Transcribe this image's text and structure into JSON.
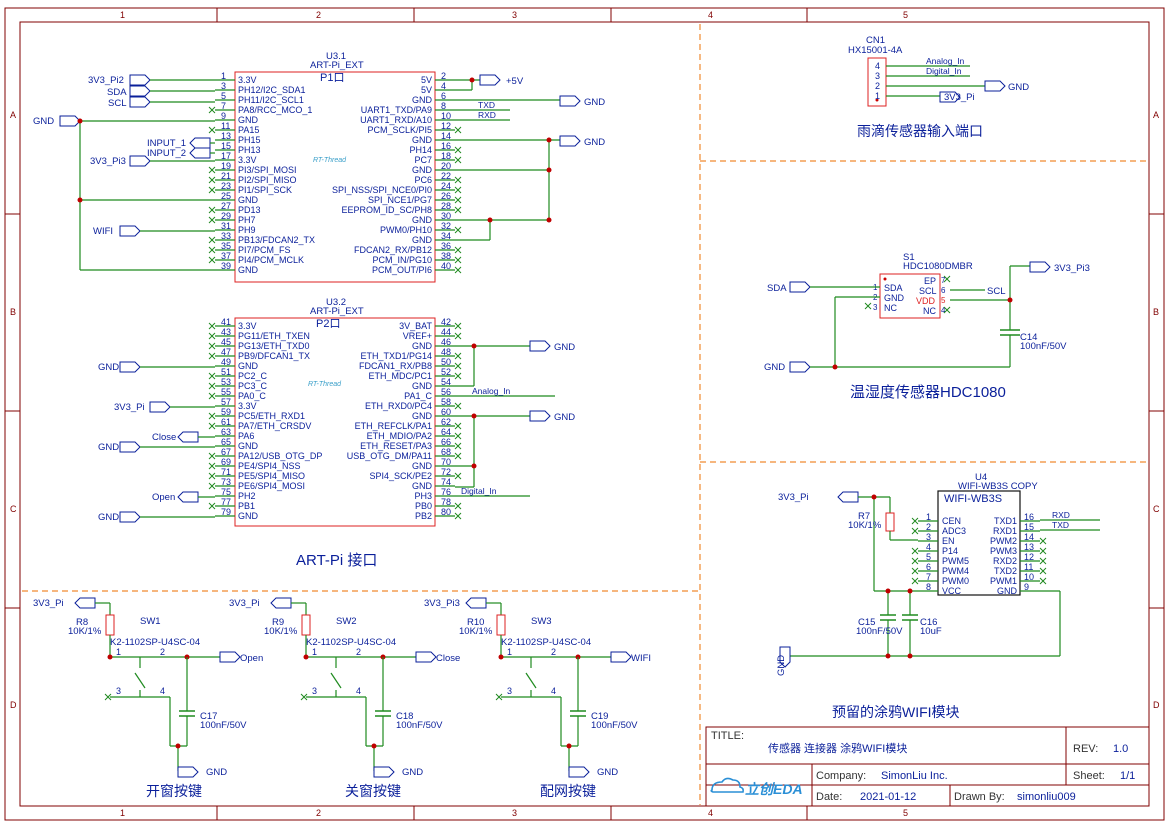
{
  "frame": {
    "col_labels": [
      "1",
      "2",
      "3",
      "4",
      "5"
    ],
    "row_labels": [
      "A",
      "B",
      "C",
      "D"
    ]
  },
  "p1": {
    "designator": "U3.1",
    "part": "ART-Pi_EXT",
    "title": "P1口",
    "left_pins": [
      {
        "n": "1",
        "name": "3.3V"
      },
      {
        "n": "3",
        "name": "PH12/I2C_SDA1"
      },
      {
        "n": "5",
        "name": "PH11/I2C_SCL1"
      },
      {
        "n": "7",
        "name": "PA8/RCC_MCO_1"
      },
      {
        "n": "9",
        "name": "GND"
      },
      {
        "n": "11",
        "name": "PA15"
      },
      {
        "n": "13",
        "name": "PH15"
      },
      {
        "n": "15",
        "name": "PH13"
      },
      {
        "n": "17",
        "name": "3.3V"
      },
      {
        "n": "19",
        "name": "PI3/SPI_MOSI"
      },
      {
        "n": "21",
        "name": "PI2/SPI_MISO"
      },
      {
        "n": "23",
        "name": "PI1/SPI_SCK"
      },
      {
        "n": "25",
        "name": "GND"
      },
      {
        "n": "27",
        "name": "PD13"
      },
      {
        "n": "29",
        "name": "PH7"
      },
      {
        "n": "31",
        "name": "PH9"
      },
      {
        "n": "33",
        "name": "PB13/FDCAN2_TX"
      },
      {
        "n": "35",
        "name": "PI7/PCM_FS"
      },
      {
        "n": "37",
        "name": "PI4/PCM_MCLK"
      },
      {
        "n": "39",
        "name": "GND"
      }
    ],
    "right_pins": [
      {
        "n": "2",
        "name": "5V"
      },
      {
        "n": "4",
        "name": "5V"
      },
      {
        "n": "6",
        "name": "GND"
      },
      {
        "n": "8",
        "name": "UART1_TXD/PA9"
      },
      {
        "n": "10",
        "name": "UART1_RXD/A10"
      },
      {
        "n": "12",
        "name": "PCM_SCLK/PI5"
      },
      {
        "n": "14",
        "name": "GND"
      },
      {
        "n": "16",
        "name": "PH14"
      },
      {
        "n": "18",
        "name": "PC7"
      },
      {
        "n": "20",
        "name": "GND"
      },
      {
        "n": "22",
        "name": "PC6"
      },
      {
        "n": "24",
        "name": "SPI_NSS/SPI_NCE0/PI0"
      },
      {
        "n": "26",
        "name": "SPI_NCE1/PG7"
      },
      {
        "n": "28",
        "name": "EEPROM_ID_SC/PH8"
      },
      {
        "n": "30",
        "name": "GND"
      },
      {
        "n": "32",
        "name": "PWM0/PH10"
      },
      {
        "n": "34",
        "name": "GND"
      },
      {
        "n": "36",
        "name": "FDCAN2_RX/PB12"
      },
      {
        "n": "38",
        "name": "PCM_IN/PG10"
      },
      {
        "n": "40",
        "name": "PCM_OUT/PI6"
      }
    ],
    "nets": {
      "v33_pi2": "3V3_Pi2",
      "sda": "SDA",
      "scl": "SCL",
      "gnd_left": "GND",
      "input1": "INPUT_1",
      "input2": "INPUT_2",
      "v33_pi3": "3V3_Pi3",
      "wifi": "WIFI",
      "p5v": "+5V",
      "gnd_r1": "GND",
      "gnd_r2": "GND",
      "txd": "TXD",
      "rxd": "RXD"
    }
  },
  "p2": {
    "designator": "U3.2",
    "part": "ART-Pi_EXT",
    "title": "P2口",
    "left_pins": [
      {
        "n": "41",
        "name": "3.3V"
      },
      {
        "n": "43",
        "name": "PG11/ETH_TXEN"
      },
      {
        "n": "45",
        "name": "PG13/ETH_TXD0"
      },
      {
        "n": "47",
        "name": "PB9/DFCAN1_TX"
      },
      {
        "n": "49",
        "name": "GND"
      },
      {
        "n": "51",
        "name": "PC2_C"
      },
      {
        "n": "53",
        "name": "PC3_C"
      },
      {
        "n": "55",
        "name": "PA0_C"
      },
      {
        "n": "57",
        "name": "3.3V"
      },
      {
        "n": "59",
        "name": "PC5/ETH_RXD1"
      },
      {
        "n": "61",
        "name": "PA7/ETH_CRSDV"
      },
      {
        "n": "63",
        "name": "PA6"
      },
      {
        "n": "65",
        "name": "GND"
      },
      {
        "n": "67",
        "name": "PA12/USB_OTG_DP"
      },
      {
        "n": "69",
        "name": "PE4/SPI4_NSS"
      },
      {
        "n": "71",
        "name": "PE5/SPI4_MISO"
      },
      {
        "n": "73",
        "name": "PE6/SPI4_MOSI"
      },
      {
        "n": "75",
        "name": "PH2"
      },
      {
        "n": "77",
        "name": "PB1"
      },
      {
        "n": "79",
        "name": "GND"
      }
    ],
    "right_pins": [
      {
        "n": "42",
        "name": "3V_BAT"
      },
      {
        "n": "44",
        "name": "VREF+"
      },
      {
        "n": "46",
        "name": "GND"
      },
      {
        "n": "48",
        "name": "ETH_TXD1/PG14"
      },
      {
        "n": "50",
        "name": "FDCAN1_RX/PB8"
      },
      {
        "n": "52",
        "name": "ETH_MDC/PC1"
      },
      {
        "n": "54",
        "name": "GND"
      },
      {
        "n": "56",
        "name": "PA1_C"
      },
      {
        "n": "58",
        "name": "ETH_RXD0/PC4"
      },
      {
        "n": "60",
        "name": "GND"
      },
      {
        "n": "62",
        "name": "ETH_REFCLK/PA1"
      },
      {
        "n": "64",
        "name": "ETH_MDIO/PA2"
      },
      {
        "n": "66",
        "name": "ETH_RESET/PA3"
      },
      {
        "n": "68",
        "name": "USB_OTG_DM/PA11"
      },
      {
        "n": "70",
        "name": "GND"
      },
      {
        "n": "72",
        "name": "SPI4_SCK/PE2"
      },
      {
        "n": "74",
        "name": "GND"
      },
      {
        "n": "76",
        "name": "PH3"
      },
      {
        "n": "78",
        "name": "PB0"
      },
      {
        "n": "80",
        "name": "PB2"
      }
    ],
    "nets": {
      "gnd1": "GND",
      "v33_pi": "3V3_Pi",
      "close": "Close",
      "gnd2": "GND",
      "open": "Open",
      "gnd3": "GND",
      "gnd_r1": "GND",
      "gnd_r2": "GND",
      "analog_in": "Analog_In",
      "digital_in": "Digital_In"
    }
  },
  "sections": {
    "artpi": "ART-Pi 接口",
    "rain": "雨滴传感器输入端口",
    "hdc": "温湿度传感器HDC1080",
    "wifi": "预留的涂鸦WIFI模块",
    "btn_open": "开窗按键",
    "btn_close": "关窗按键",
    "btn_net": "配网按键"
  },
  "cn1": {
    "designator": "CN1",
    "part": "HX15001-4A",
    "pins": [
      "4",
      "3",
      "2",
      "1"
    ],
    "nets": {
      "analog": "Analog_In",
      "digital": "Digital_In",
      "gnd": "GND",
      "v33": "3V3_Pi"
    }
  },
  "s1": {
    "designator": "S1",
    "part": "HDC1080DMBR",
    "pins_left": [
      {
        "n": "1",
        "name": "SDA"
      },
      {
        "n": "2",
        "name": "GND"
      },
      {
        "n": "3",
        "name": "NC"
      }
    ],
    "pins_right": [
      {
        "n": "7",
        "name": "EP"
      },
      {
        "n": "6",
        "name": "SCL"
      },
      {
        "n": "5",
        "name": "VDD"
      },
      {
        "n": "4",
        "name": "NC"
      }
    ],
    "c14": {
      "designator": "C14",
      "value": "100nF/50V"
    },
    "nets": {
      "sda": "SDA",
      "scl": "SCL",
      "v33": "3V3_Pi3",
      "gnd": "GND"
    }
  },
  "u4": {
    "designator": "U4",
    "part": "WIFI-WB3S COPY",
    "title": "WIFI-WB3S",
    "pins_left": [
      {
        "n": "1",
        "name": "CEN"
      },
      {
        "n": "2",
        "name": "ADC3"
      },
      {
        "n": "3",
        "name": "EN"
      },
      {
        "n": "4",
        "name": "P14"
      },
      {
        "n": "5",
        "name": "PWM5"
      },
      {
        "n": "6",
        "name": "PWM4"
      },
      {
        "n": "7",
        "name": "PWM0"
      },
      {
        "n": "8",
        "name": "VCC"
      }
    ],
    "pins_right": [
      {
        "n": "16",
        "name": "TXD1"
      },
      {
        "n": "15",
        "name": "RXD1"
      },
      {
        "n": "14",
        "name": "PWM2"
      },
      {
        "n": "13",
        "name": "PWM3"
      },
      {
        "n": "12",
        "name": "RXD2"
      },
      {
        "n": "11",
        "name": "TXD2"
      },
      {
        "n": "10",
        "name": "PWM1"
      },
      {
        "n": "9",
        "name": "GND"
      }
    ],
    "r7": {
      "designator": "R7",
      "value": "10K/1%"
    },
    "c15": {
      "designator": "C15",
      "value": "100nF/50V"
    },
    "c16": {
      "designator": "C16",
      "value": "10uF"
    },
    "nets": {
      "v33": "3V3_Pi",
      "rxd": "RXD",
      "txd": "TXD",
      "gnd": "GND"
    }
  },
  "buttons": [
    {
      "pwr": "3V3_Pi",
      "r": "R8",
      "rv": "10K/1%",
      "sw": "SW1",
      "swp": "K2-1102SP-U4SC-04",
      "c": "C17",
      "cv": "100nF/50V",
      "net": "Open",
      "gnd": "GND"
    },
    {
      "pwr": "3V3_Pi",
      "r": "R9",
      "rv": "10K/1%",
      "sw": "SW2",
      "swp": "K2-1102SP-U4SC-04",
      "c": "C18",
      "cv": "100nF/50V",
      "net": "Close",
      "gnd": "GND"
    },
    {
      "pwr": "3V3_Pi3",
      "r": "R10",
      "rv": "10K/1%",
      "sw": "SW3",
      "swp": "K2-1102SP-U4SC-04",
      "c": "C19",
      "cv": "100nF/50V",
      "net": "WIFI",
      "gnd": "GND"
    }
  ],
  "title_block": {
    "title_label": "TITLE:",
    "title": "传感器 连接器 涂鸦WIFI模块",
    "rev_label": "REV:",
    "rev": "1.0",
    "company_label": "Company:",
    "company": "SimonLiu Inc.",
    "sheet_label": "Sheet:",
    "sheet": "1/1",
    "date_label": "Date:",
    "date": "2021-01-12",
    "drawn_label": "Drawn By:",
    "drawn": "simonliu009",
    "logo": "立创EDA"
  },
  "colors": {
    "wire": "#1f8a1f",
    "text": "#0a1f9a",
    "body": "#dd2222",
    "frame": "#800000",
    "dash": "#f08a30",
    "junction": "#c00000"
  }
}
